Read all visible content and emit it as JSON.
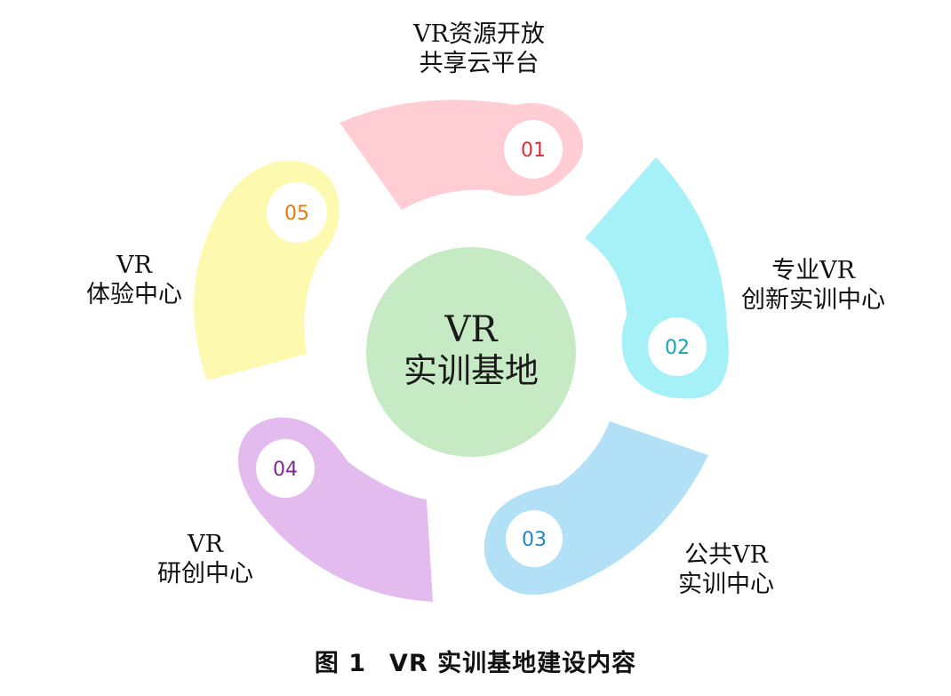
{
  "center": {
    "line1": "VR",
    "line2": "实训基地"
  },
  "segments": [
    {
      "number": "01",
      "color": "#ffcdd3",
      "number_color": "#d62b3a",
      "label_lines": [
        "VR资源开放",
        "共享云平台"
      ]
    },
    {
      "number": "02",
      "color": "#a6f1f7",
      "number_color": "#16a5b5",
      "label_lines": [
        "专业VR",
        "创新实训中心"
      ]
    },
    {
      "number": "03",
      "color": "#b2e0f6",
      "number_color": "#1f86c7",
      "label_lines": [
        "公共VR",
        "实训中心"
      ]
    },
    {
      "number": "04",
      "color": "#e3bbee",
      "number_color": "#7c2a8f",
      "label_lines": [
        "VR",
        "研创中心"
      ]
    },
    {
      "number": "05",
      "color": "#fdfab0",
      "number_color": "#e07b12",
      "label_lines": [
        "VR",
        "体验中心"
      ]
    }
  ],
  "center_color": "#c6eac3",
  "caption": {
    "figure_no": "图 1",
    "title": "VR 实训基地建设内容"
  }
}
